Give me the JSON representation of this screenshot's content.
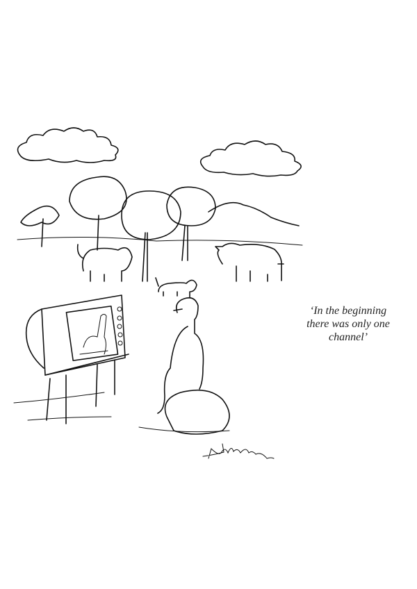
{
  "caption": {
    "line1": "‘In the beginning",
    "line2": "there was only one",
    "line3": "channel’"
  },
  "colors": {
    "ink": "#111111",
    "paper": "#ffffff"
  }
}
